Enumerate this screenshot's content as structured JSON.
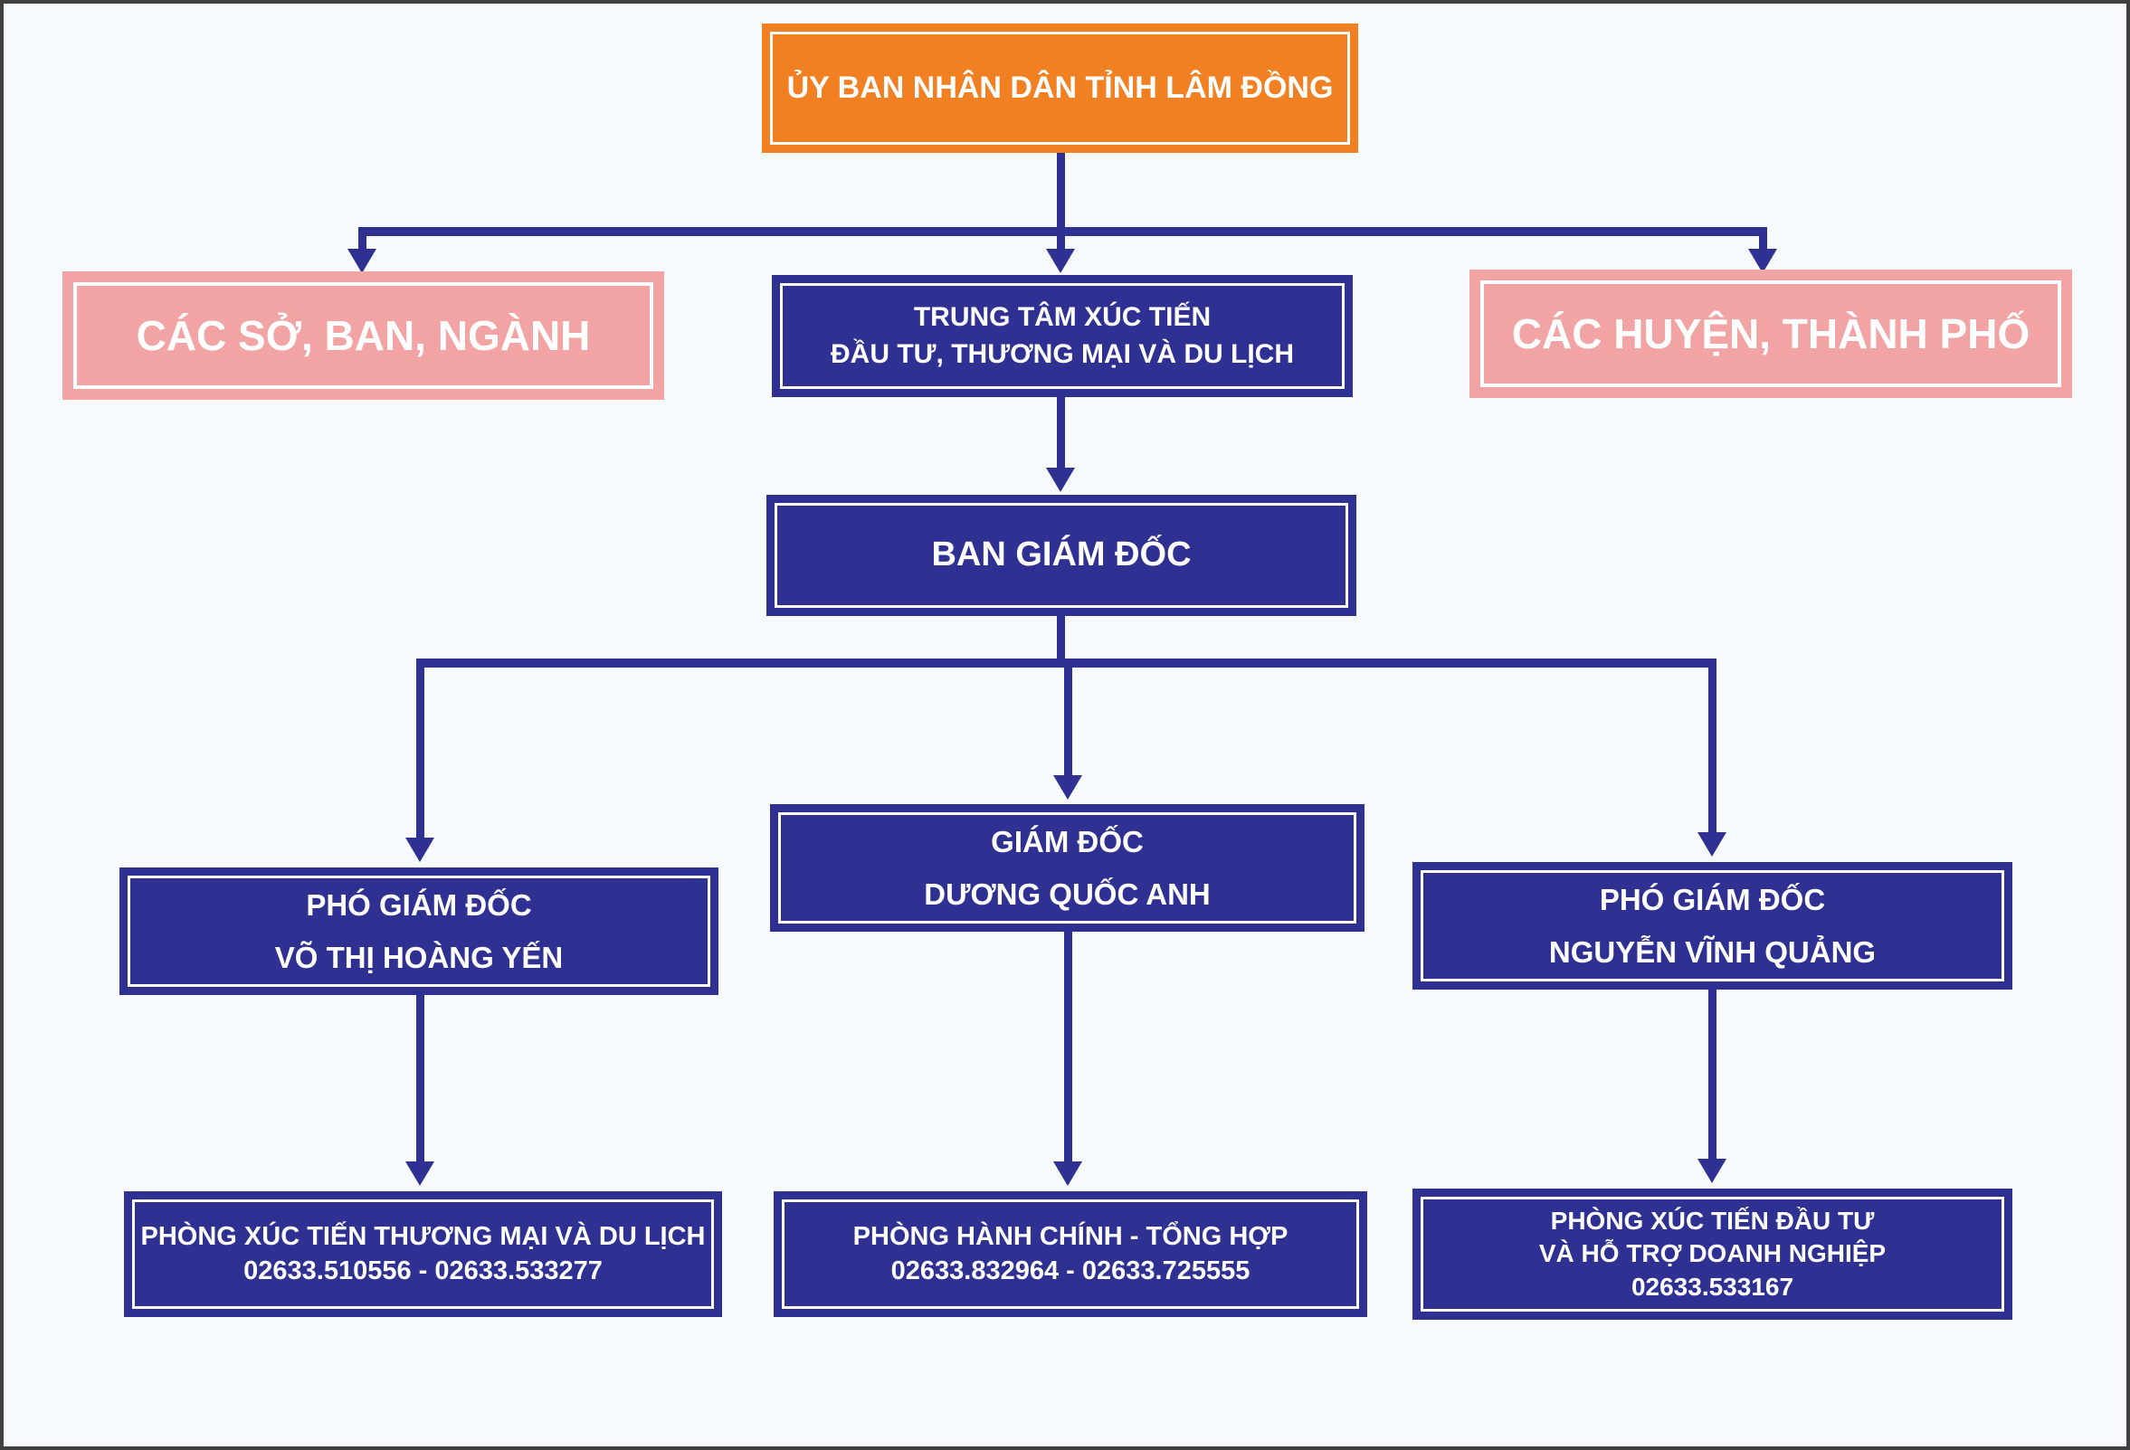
{
  "palette": {
    "navy": "#2e3192",
    "orange": "#f08021",
    "pink": "#f2a3a3",
    "background": "#f7fafc",
    "border": "#404040",
    "text_white": "#ffffff"
  },
  "nodes": {
    "uy_ban_nhan_dan": {
      "label": "ỦY BAN NHÂN DÂN TỈNH LÂM ĐỒNG"
    },
    "cac_so_ban_nganh": {
      "label": "CÁC SỞ, BAN, NGÀNH"
    },
    "trung_tam_xuc_tien": {
      "line1": "TRUNG TÂM XÚC TIẾN",
      "line2": "ĐẦU TƯ, THƯƠNG MẠI VÀ DU LỊCH"
    },
    "cac_huyen_thanh_pho": {
      "label": "CÁC HUYỆN, THÀNH PHỐ"
    },
    "ban_giam_doc": {
      "label": "BAN GIÁM ĐỐC"
    },
    "pho_giam_doc_1": {
      "title": "PHÓ GIÁM ĐỐC",
      "name": "VÕ THỊ HOÀNG YẾN"
    },
    "giam_doc": {
      "title": "GIÁM ĐỐC",
      "name": "DƯƠNG QUỐC ANH"
    },
    "pho_giam_doc_2": {
      "title": "PHÓ GIÁM ĐỐC",
      "name": "NGUYỄN VĨNH QUẢNG"
    },
    "phong_xuc_tien_tm_dl": {
      "name": "PHÒNG XÚC TIẾN THƯƠNG MẠI VÀ DU LỊCH",
      "phone": "02633.510556 - 02633.533277"
    },
    "phong_hanh_chinh": {
      "name": "PHÒNG HÀNH CHÍNH - TỔNG HỢP",
      "phone": "02633.832964 - 02633.725555"
    },
    "phong_xuc_tien_dt": {
      "name1": "PHÒNG XÚC TIẾN ĐẦU TƯ",
      "name2": "VÀ HỖ TRỢ DOANH NGHIỆP",
      "phone": "02633.533167"
    }
  },
  "edges": [
    [
      "uy_ban_nhan_dan",
      "cac_so_ban_nganh"
    ],
    [
      "uy_ban_nhan_dan",
      "trung_tam_xuc_tien"
    ],
    [
      "uy_ban_nhan_dan",
      "cac_huyen_thanh_pho"
    ],
    [
      "trung_tam_xuc_tien",
      "ban_giam_doc"
    ],
    [
      "ban_giam_doc",
      "pho_giam_doc_1"
    ],
    [
      "ban_giam_doc",
      "giam_doc"
    ],
    [
      "ban_giam_doc",
      "pho_giam_doc_2"
    ],
    [
      "pho_giam_doc_1",
      "phong_xuc_tien_tm_dl"
    ],
    [
      "giam_doc",
      "phong_hanh_chinh"
    ],
    [
      "pho_giam_doc_2",
      "phong_xuc_tien_dt"
    ]
  ]
}
